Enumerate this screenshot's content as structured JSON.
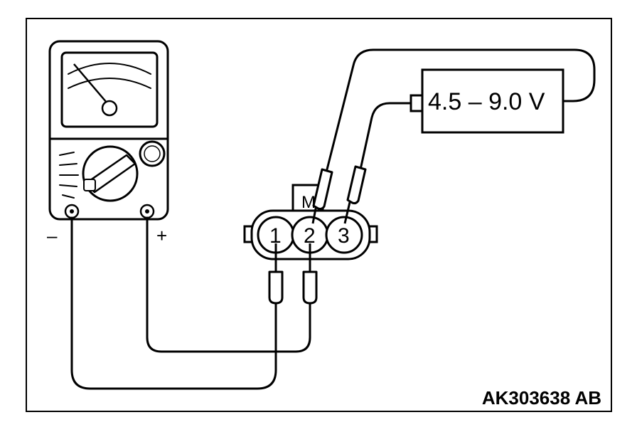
{
  "supply_label": "4.5 – 9.0 V",
  "terminals": [
    "1",
    "2",
    "3"
  ],
  "connector_mark": "M",
  "meter": {
    "negative_label": "–",
    "positive_label": "+"
  },
  "figure_code": "AK303638 AB"
}
